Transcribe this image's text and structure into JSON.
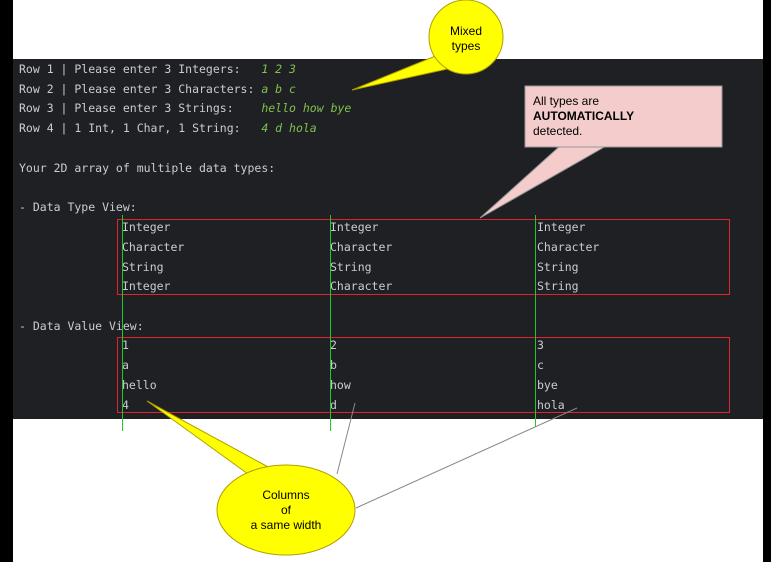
{
  "colors": {
    "terminal_bg": "#1f2023",
    "terminal_text": "#c9ccd1",
    "input_text": "#7fc14f",
    "box_border": "#e0242f",
    "column_marker": "#22c922",
    "yellow_callout": "#ffff00",
    "pink_callout": "#f4cccc"
  },
  "prompts": [
    {
      "text": "Row 1 | Please enter 3 Integers:   ",
      "value": "1 2 3"
    },
    {
      "text": "Row 2 | Please enter 3 Characters: ",
      "value": "a b c"
    },
    {
      "text": "Row 3 | Please enter 3 Strings:    ",
      "value": "hello how bye"
    },
    {
      "text": "Row 4 | 1 Int, 1 Char, 1 String:   ",
      "value": "4 d hola"
    }
  ],
  "summary": "Your 2D array of multiple data types:",
  "type_view": {
    "heading": "- Data Type View:",
    "rows": [
      [
        "Integer",
        "Integer",
        "Integer"
      ],
      [
        "Character",
        "Character",
        "Character"
      ],
      [
        "String",
        "String",
        "String"
      ],
      [
        "Integer",
        "Character",
        "String"
      ]
    ]
  },
  "value_view": {
    "heading": "- Data Value View:",
    "rows": [
      [
        "1",
        "2",
        "3"
      ],
      [
        "a",
        "b",
        "c"
      ],
      [
        "hello",
        "how",
        "bye"
      ],
      [
        "4",
        "d",
        "hola"
      ]
    ]
  },
  "callouts": {
    "mixed": [
      "Mixed",
      "types"
    ],
    "auto": {
      "before": "All types are",
      "bold": "AUTOMATICALLY",
      "after": "detected."
    },
    "columns": [
      "Columns",
      "of",
      "a same width"
    ]
  }
}
